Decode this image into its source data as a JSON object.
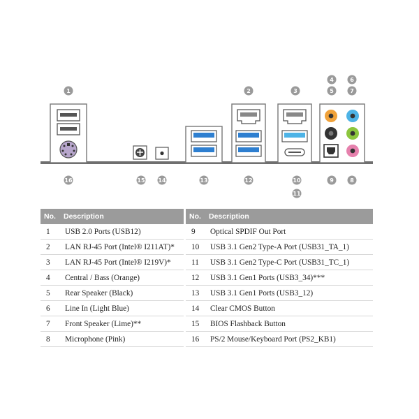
{
  "table": {
    "header_no": "No.",
    "header_desc": "Description",
    "left": [
      {
        "no": "1",
        "desc": "USB 2.0 Ports (USB12)"
      },
      {
        "no": "2",
        "desc": "LAN RJ-45 Port (Intel® I211AT)*"
      },
      {
        "no": "3",
        "desc": "LAN RJ-45 Port (Intel® I219V)*"
      },
      {
        "no": "4",
        "desc": "Central / Bass (Orange)"
      },
      {
        "no": "5",
        "desc": "Rear Speaker (Black)"
      },
      {
        "no": "6",
        "desc": "Line In (Light Blue)"
      },
      {
        "no": "7",
        "desc": "Front Speaker (Lime)**"
      },
      {
        "no": "8",
        "desc": "Microphone (Pink)"
      }
    ],
    "right": [
      {
        "no": "9",
        "desc": "Optical SPDIF Out Port"
      },
      {
        "no": "10",
        "desc": "USB 3.1 Gen2 Type-A Port (USB31_TA_1)"
      },
      {
        "no": "11",
        "desc": "USB 3.1 Gen2 Type-C Port (USB31_TC_1)"
      },
      {
        "no": "12",
        "desc": "USB 3.1 Gen1 Ports (USB3_34)***"
      },
      {
        "no": "13",
        "desc": "USB 3.1 Gen1 Ports (USB3_12)"
      },
      {
        "no": "14",
        "desc": "Clear CMOS Button"
      },
      {
        "no": "15",
        "desc": "BIOS Flashback Button"
      },
      {
        "no": "16",
        "desc": "PS/2 Mouse/Keyboard Port (PS2_KB1)"
      }
    ]
  },
  "callouts": {
    "c1": "1",
    "c2": "2",
    "c3": "3",
    "c4": "4",
    "c5": "5",
    "c6": "6",
    "c7": "7",
    "c8": "8",
    "c9": "9",
    "c10": "10",
    "c11": "11",
    "c12": "12",
    "c13": "13",
    "c14": "14",
    "c15": "15",
    "c16": "16"
  },
  "colors": {
    "usb3_blue": "#2e7fd0",
    "jack_orange": "#f0a23a",
    "jack_black": "#333333",
    "jack_lightblue": "#4db3e6",
    "jack_lime": "#8cc63e",
    "jack_pink": "#e681ad",
    "header_gray": "#9b9b9b"
  }
}
